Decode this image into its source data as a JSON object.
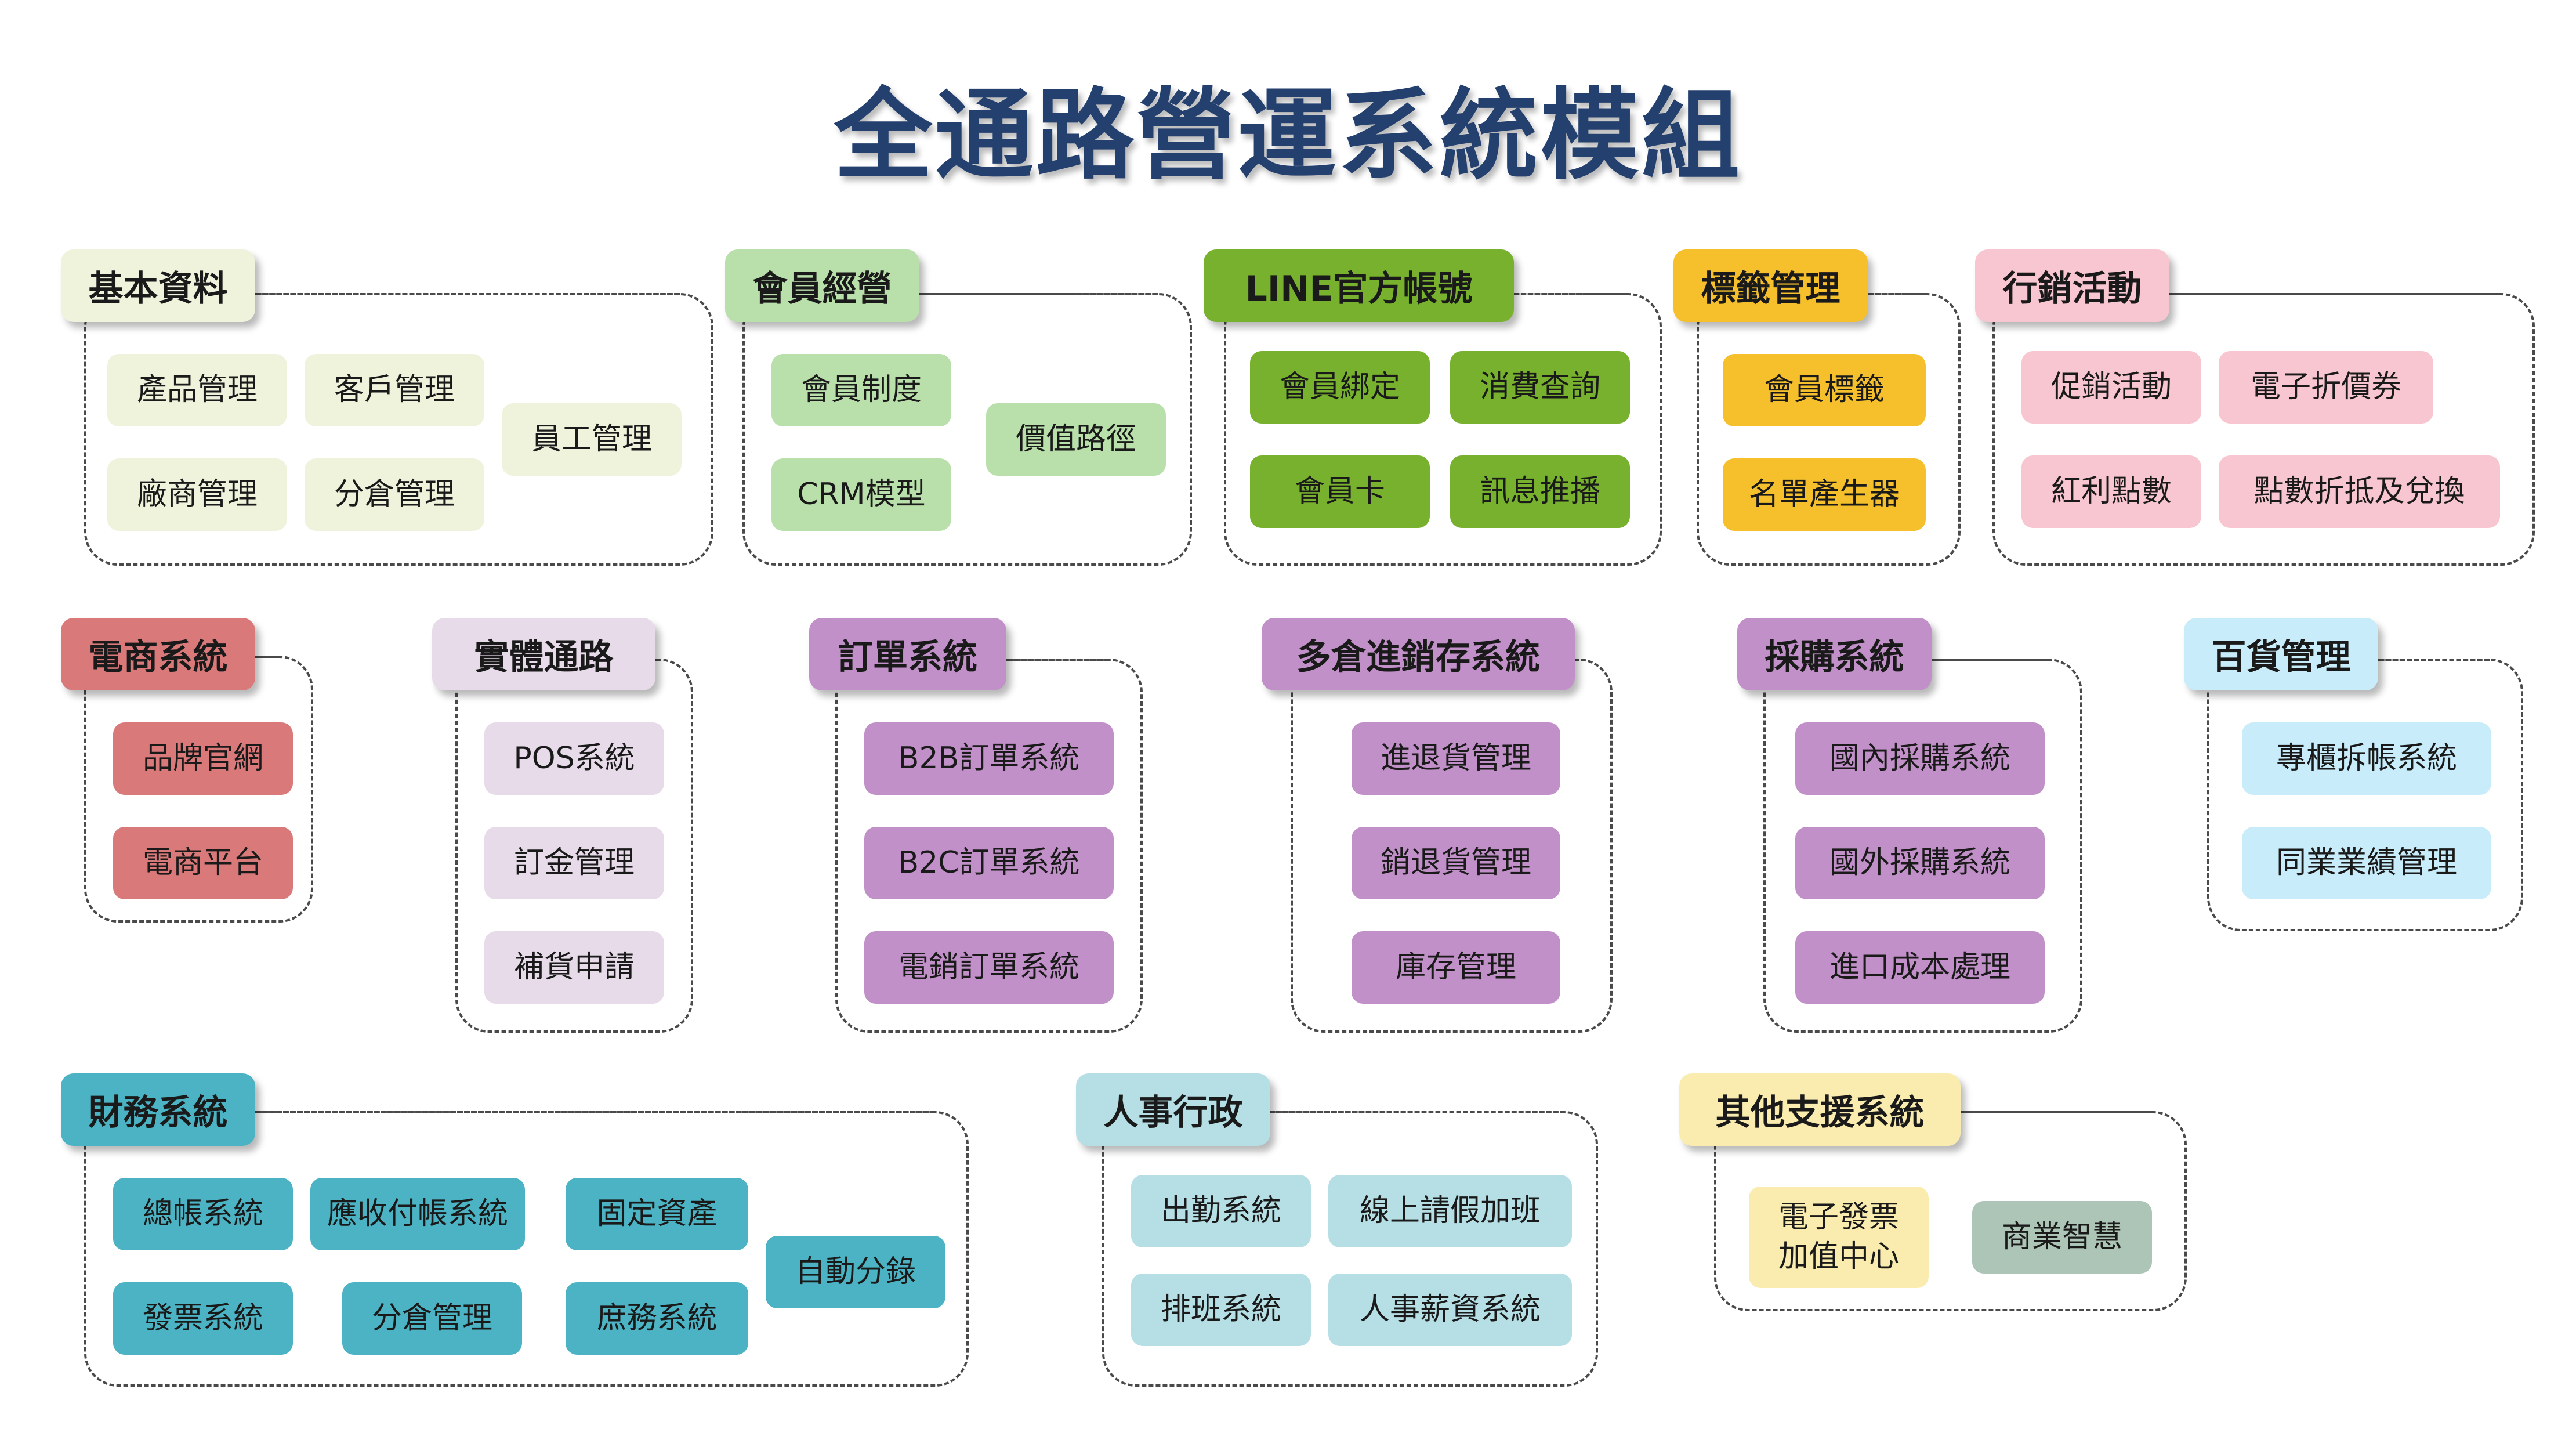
{
  "title": "全通路營運系統模組",
  "groups": [
    {
      "name": "基本資料",
      "color": "#eff3dc",
      "items": [
        "產品管理",
        "客戶管理",
        "員工管理",
        "廠商管理",
        "分倉管理"
      ]
    },
    {
      "name": "會員經營",
      "color": "#b9dfab",
      "items": [
        "會員制度",
        "價值路徑",
        "CRM模型"
      ]
    },
    {
      "name": "LINE官方帳號",
      "color": "#77b12e",
      "items": [
        "會員綁定",
        "消費查詢",
        "會員卡",
        "訊息推播"
      ]
    },
    {
      "name": "標籤管理",
      "color": "#f5c02c",
      "items": [
        "會員標籤",
        "名單產生器"
      ]
    },
    {
      "name": "行銷活動",
      "color": "#f8c6d0",
      "items": [
        "促銷活動",
        "電子折價券",
        "紅利點數",
        "點數折抵及兌換"
      ]
    },
    {
      "name": "電商系統",
      "color": "#d9797a",
      "items": [
        "品牌官網",
        "電商平台"
      ]
    },
    {
      "name": "實體通路",
      "color": "#e7dae9",
      "items": [
        "POS系統",
        "訂金管理",
        "補貨申請"
      ]
    },
    {
      "name": "訂單系統",
      "color": "#c190c8",
      "items": [
        "B2B訂單系統",
        "B2C訂單系統",
        "電銷訂單系統"
      ]
    },
    {
      "name": "多倉進銷存系統",
      "color": "#c190c8",
      "items": [
        "進退貨管理",
        "銷退貨管理",
        "庫存管理"
      ]
    },
    {
      "name": "採購系統",
      "color": "#c190c8",
      "items": [
        "國內採購系統",
        "國外採購系統",
        "進口成本處理"
      ]
    },
    {
      "name": "百貨管理",
      "color": "#c8ecfa",
      "items": [
        "專櫃拆帳系統",
        "同業業績管理"
      ]
    },
    {
      "name": "財務系統",
      "color": "#4bb3c3",
      "items": [
        "總帳系統",
        "應收付帳系統",
        "固定資產",
        "自動分錄",
        "發票系統",
        "分倉管理",
        "庶務系統"
      ]
    },
    {
      "name": "人事行政",
      "color": "#b5dfe5",
      "items": [
        "出勤系統",
        "線上請假加班",
        "排班系統",
        "人事薪資系統"
      ]
    },
    {
      "name": "其他支援系統",
      "color": "#faecaf",
      "items": [
        "電子發票\n加值中心",
        "商業智慧"
      ]
    }
  ],
  "colors": {
    "title": "#24406e",
    "border": "#4a4a4a",
    "bi": "#adc5b6"
  }
}
